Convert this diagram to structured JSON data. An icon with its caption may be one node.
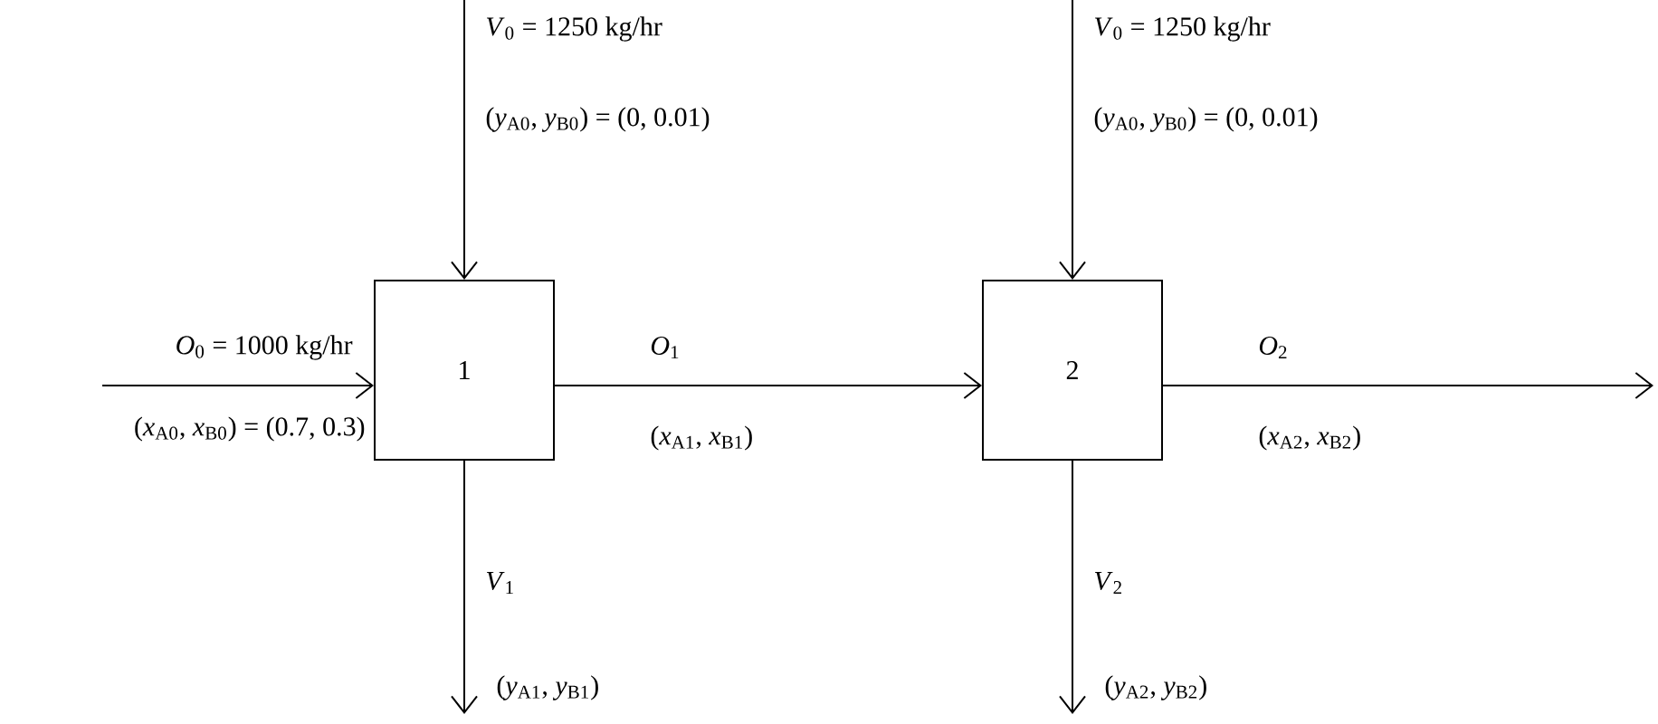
{
  "diagram": {
    "nodes": [
      {
        "text": [
          "1"
        ]
      },
      {
        "text": [
          "2"
        ]
      }
    ],
    "edges": [
      {
        "from": null,
        "to": 0,
        "arrow": "to"
      },
      {
        "from": null,
        "to": 0,
        "arrow": "to"
      },
      {
        "from": 0,
        "to": 1,
        "arrow": "to"
      },
      {
        "from": 0,
        "to": null,
        "arrow": "to"
      },
      {
        "from": null,
        "to": 1,
        "arrow": "to"
      },
      {
        "from": 1,
        "to": null,
        "arrow": "to"
      },
      {
        "from": 1,
        "to": null,
        "arrow": "to"
      }
    ],
    "labels": [
      "*V*$_{0}$ = 1250 kg/hr",
      "*V*$_{0}$ = 1250 kg/hr",
      "(*y*$_{A0}$, *y*$_{B0}$) = (0, 0.01)",
      "(*y*$_{A0}$, *y*$_{B0}$) = (0, 0.01)",
      "*O*$_{0}$ = 1000 kg/hr",
      "*O*$_{1}$",
      "*O*$_{2}$",
      "(*x*$_{A0}$, *x*$_{B0}$) = (0.7, 0.3)",
      "(*x*$_{A1}$, *x*$_{B1}$)",
      "(*x*$_{A2}$, *x*$_{B2}$)",
      "*V*$_{1}$",
      "*V*$_{2}$",
      "(*y*$_{A1}$, *y*$_{B1}$)",
      "(*y*$_{A2}$, *y*$_{B2}$)"
    ]
  }
}
